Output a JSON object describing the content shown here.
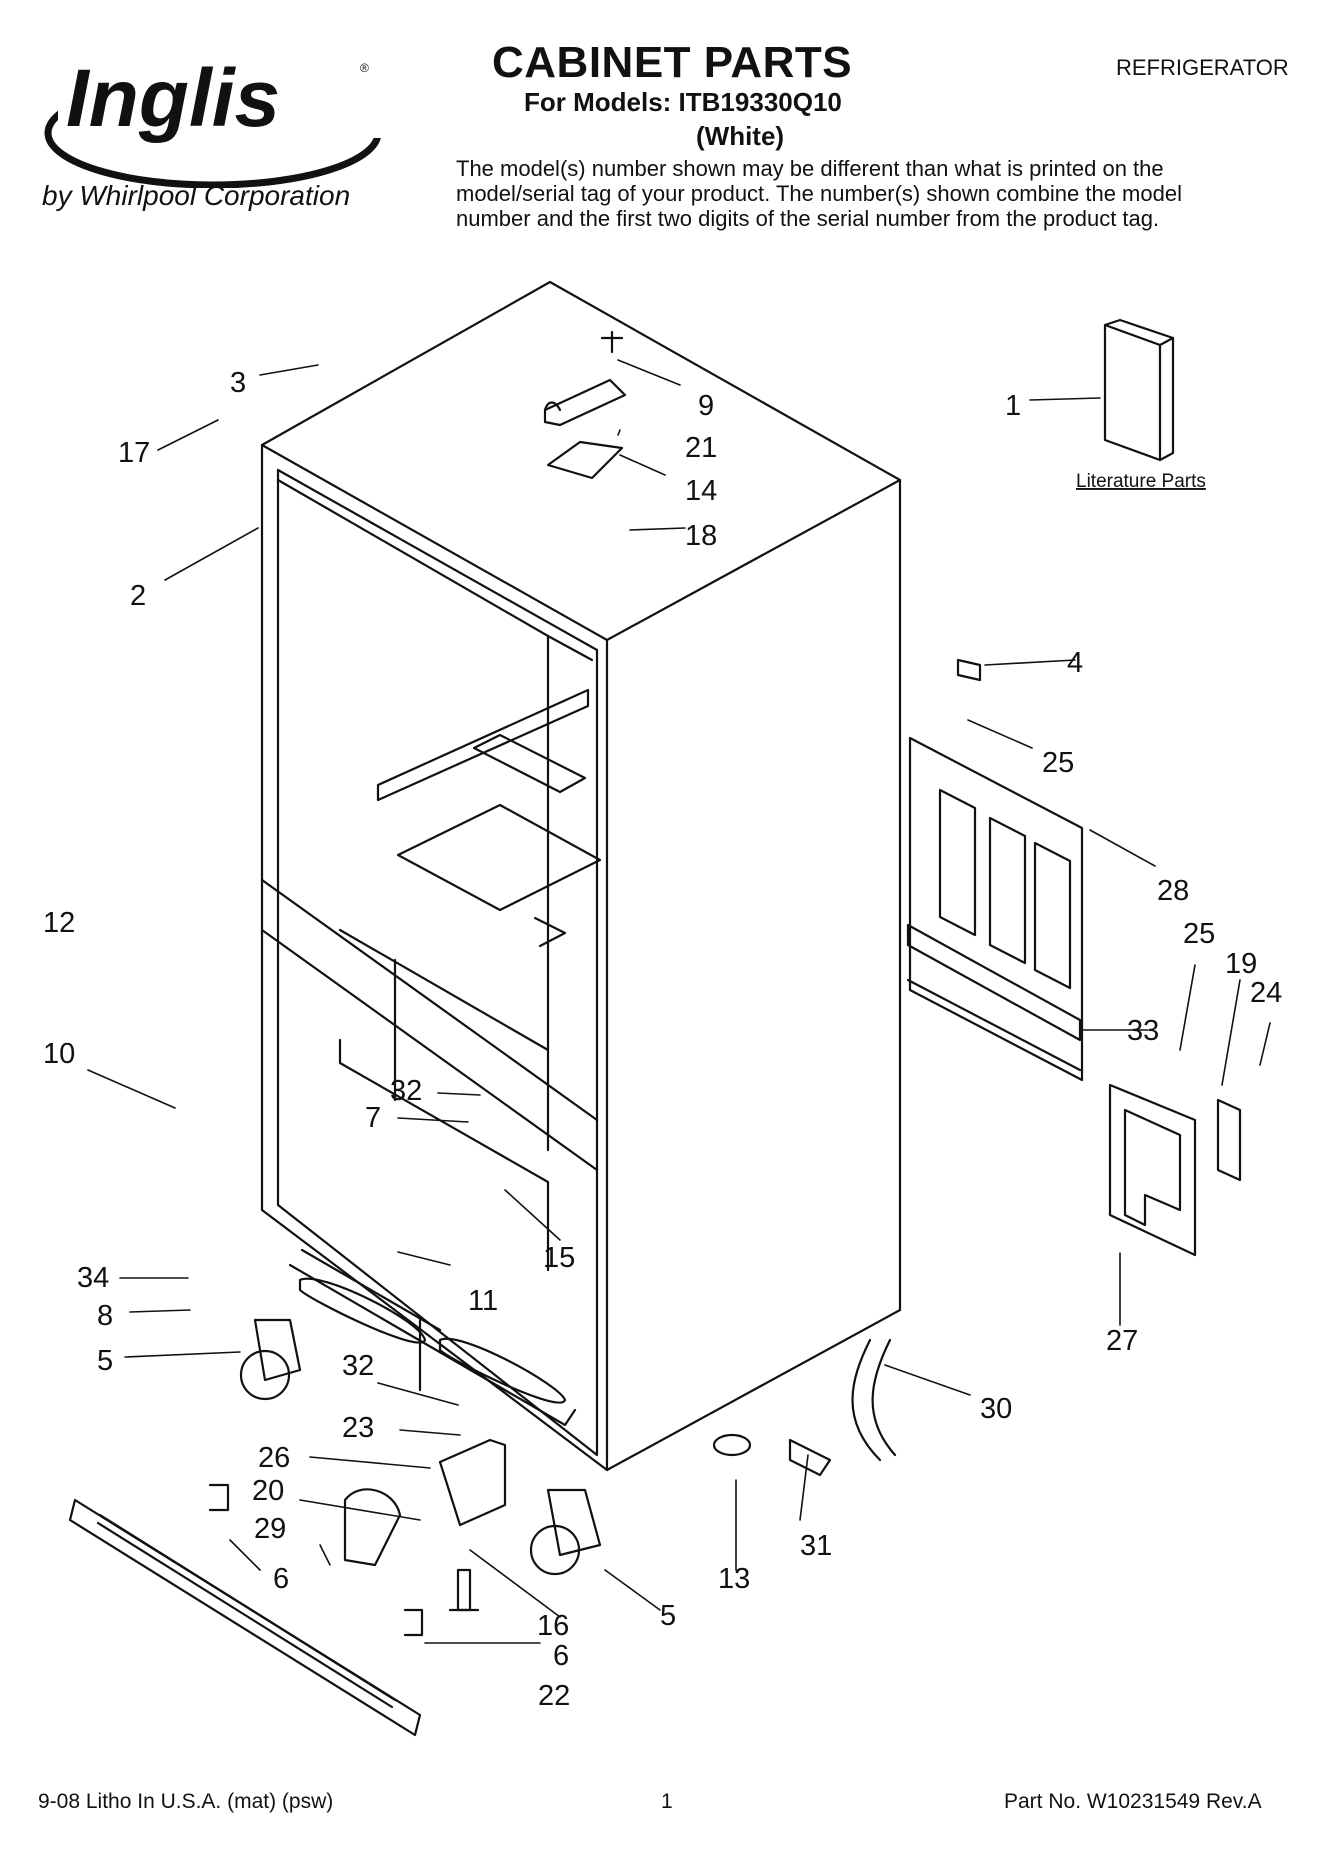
{
  "header": {
    "brand": "Inglis",
    "brand_sub": "by Whirlpool Corporation",
    "title": "CABINET PARTS",
    "models": "For Models: ITB19330Q10",
    "color": "(White)",
    "product": "REFRIGERATOR",
    "note": "The model(s) number shown may be different than what is printed on the model/serial tag of your product. The number(s) shown combine the model number and the first two digits of the serial number from the product tag."
  },
  "diagram": {
    "literature_label": "Literature Parts",
    "callouts": [
      "1",
      "2",
      "3",
      "4",
      "5",
      "5",
      "6",
      "6",
      "7",
      "8",
      "9",
      "10",
      "11",
      "12",
      "13",
      "14",
      "15",
      "16",
      "17",
      "18",
      "19",
      "20",
      "21",
      "22",
      "23",
      "24",
      "25",
      "25",
      "26",
      "27",
      "28",
      "29",
      "30",
      "31",
      "32",
      "32",
      "33",
      "34"
    ]
  },
  "footer": {
    "left": "9-08 Litho In U.S.A. (mat) (psw)",
    "page": "1",
    "part": "Part No. W10231549 Rev.A"
  },
  "colors": {
    "ink": "#111111",
    "paper": "#ffffff"
  }
}
